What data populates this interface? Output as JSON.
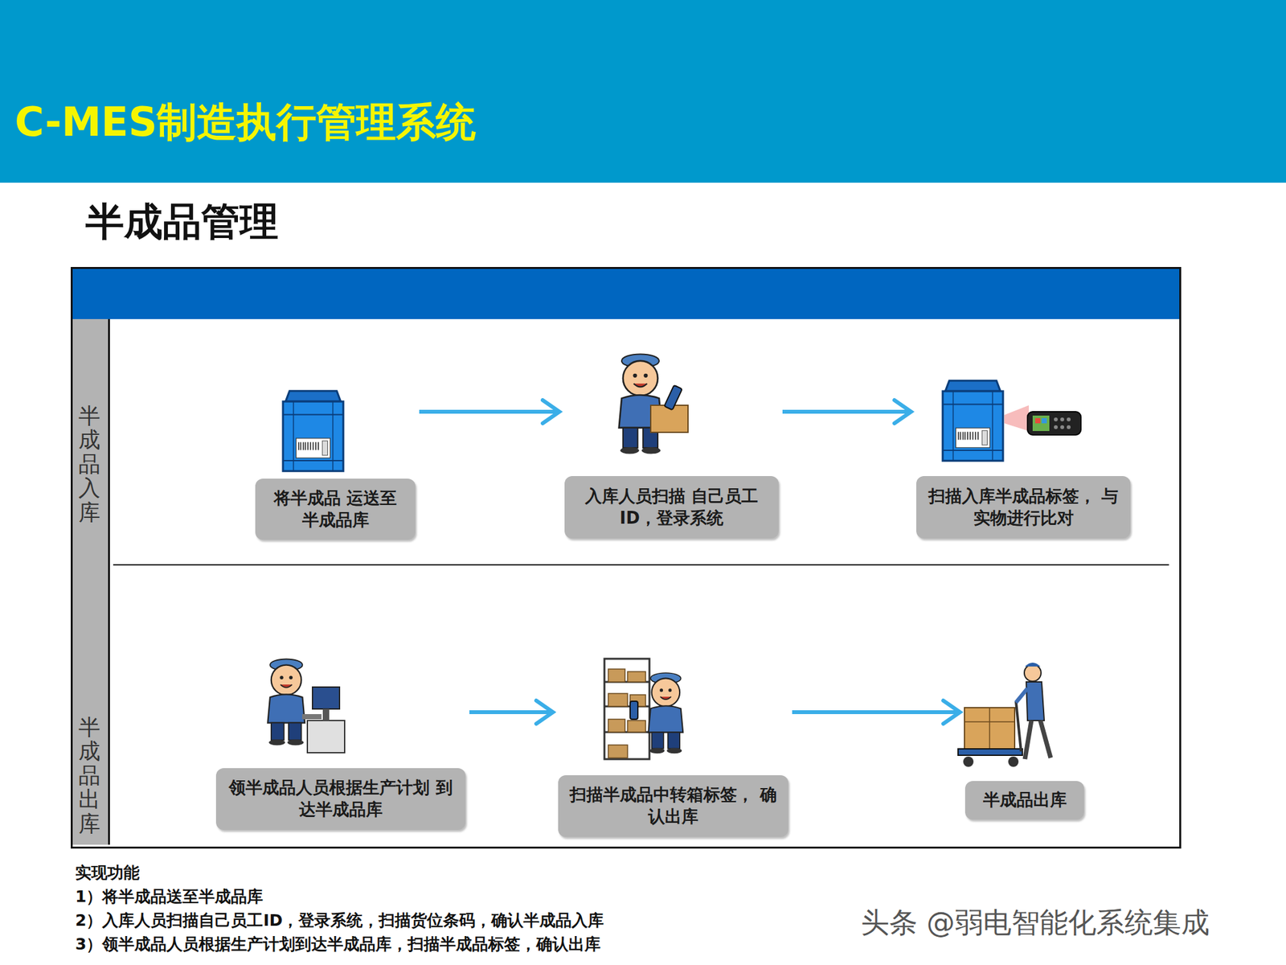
{
  "diagram": {
    "title": "C-MES制造执行管理系统",
    "nodes": [
      {
        "text": [
          "将半成品 运送至半成品库"
        ]
      },
      {
        "text": [
          "入库人员扫描 自己员工ID，登录系统"
        ]
      },
      {
        "text": [
          "扫描入库半成品标签， 与实物进行比对"
        ]
      },
      {
        "text": [
          "领半成品人员根据生产计划 到达半成品库"
        ]
      },
      {
        "text": [
          "扫描半成品中转箱标签， 确认出库"
        ]
      },
      {
        "text": [
          "半成品出库"
        ]
      }
    ],
    "edges": [
      {
        "from": 0,
        "to": 1,
        "arrow": "to"
      },
      {
        "from": 1,
        "to": 2,
        "arrow": "to"
      },
      {
        "from": 3,
        "to": 4,
        "arrow": "to"
      },
      {
        "from": 4,
        "to": 5,
        "arrow": "to"
      }
    ],
    "labels": [
      "半成品管理",
      "半成品入库",
      "半成品出库",
      "实现功能",
      "1）将半成品送至半成品库",
      "2）入库人员扫描自己员工ID，登录系统，扫描货位条码，确认半成品入库",
      "3）领半成品人员根据生产计划到达半成品库，扫描半成品标签，确认出库",
      "头条 @弱电智能化系统集成"
    ]
  }
}
